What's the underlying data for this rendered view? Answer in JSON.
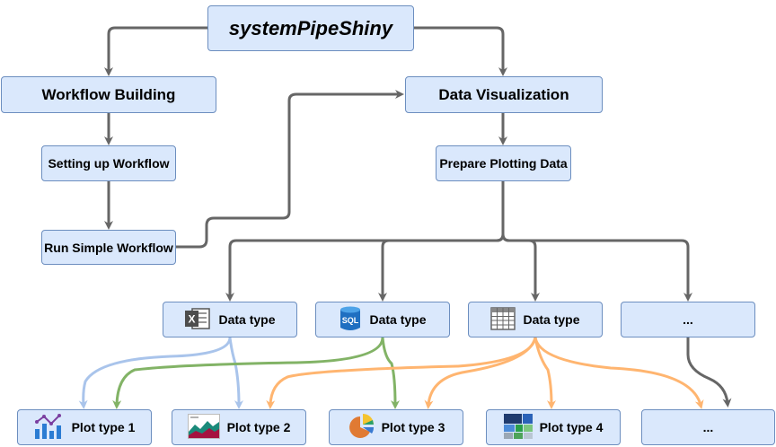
{
  "root": {
    "label": "systemPipeShiny"
  },
  "workflow_building": {
    "label": "Workflow Building",
    "steps": [
      "Setting up Workflow",
      "Run Simple Workflow"
    ]
  },
  "data_visualization": {
    "label": "Data Visualization",
    "step": "Prepare Plotting Data"
  },
  "data_types": [
    {
      "label": "Data type",
      "icon": "excel-icon"
    },
    {
      "label": "Data type",
      "icon": "sql-database-icon"
    },
    {
      "label": "Data type",
      "icon": "table-grid-icon"
    },
    {
      "label": "...",
      "icon": ""
    }
  ],
  "plot_types": [
    {
      "label": "Plot type 1",
      "icon": "bar-line-chart-icon"
    },
    {
      "label": "Plot type 2",
      "icon": "area-chart-icon"
    },
    {
      "label": "Plot type 3",
      "icon": "pie-chart-icon"
    },
    {
      "label": "Plot type 4",
      "icon": "treemap-icon"
    },
    {
      "label": "...",
      "icon": ""
    }
  ],
  "colors": {
    "node_fill": "#dae8fc",
    "node_border": "#6c8ebf",
    "main_edge": "#666666",
    "edge_blue": "#a9c4eb",
    "edge_green": "#82b366",
    "edge_orange": "#ffb570"
  }
}
